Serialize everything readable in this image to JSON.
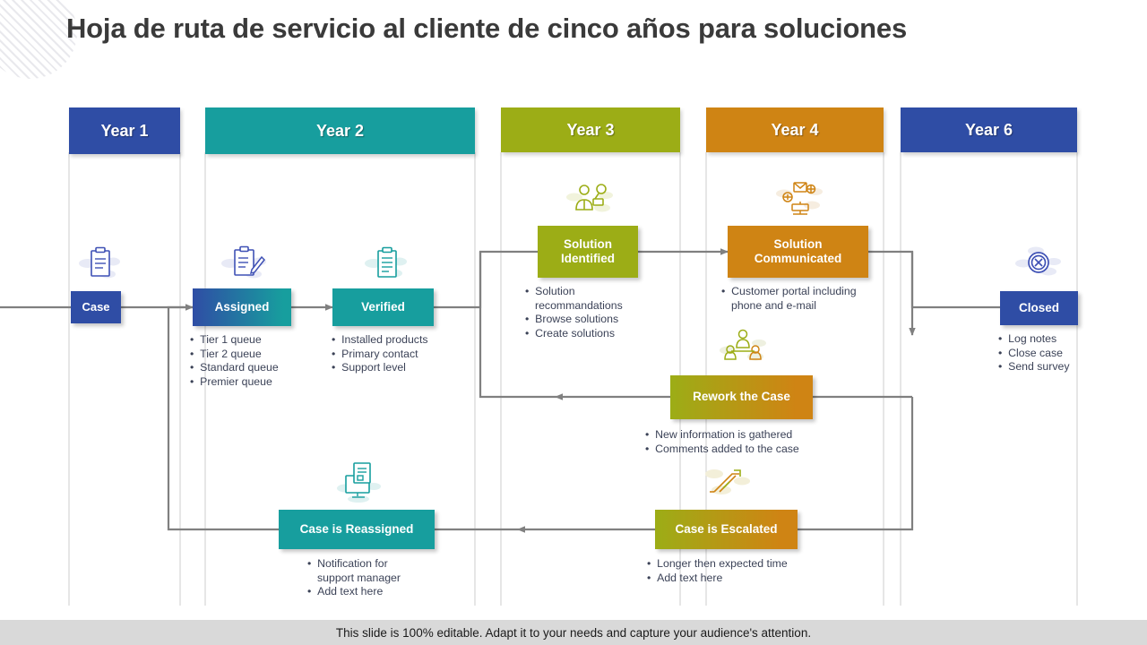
{
  "page": {
    "title": "Hoja de ruta de servicio al cliente de cinco años para soluciones",
    "footer_note": "This slide is 100% editable. Adapt it to your needs and capture your audience's attention."
  },
  "colors": {
    "blue": "#2f4da5",
    "teal": "#179e9e",
    "olive": "#9cad16",
    "orange": "#cf8414",
    "line": "#808080",
    "lane_line": "#d6d6d6",
    "bullet_text": "#3b4257",
    "footer_bg": "#d9d9d9"
  },
  "lanes": [
    {
      "label": "Year 1",
      "color": "#2f4da5"
    },
    {
      "label": "Year 2",
      "color": "#179e9e"
    },
    {
      "label": "Year 3",
      "color": "#9cad16"
    },
    {
      "label": "Year 4",
      "color": "#cf8414"
    },
    {
      "label": "Year 6",
      "color": "#2f4da5"
    }
  ],
  "nodes": {
    "case": {
      "label": "Case",
      "icon": "clipboard-list-icon",
      "bullets": []
    },
    "assigned": {
      "label": "Assigned",
      "icon": "clipboard-pen-icon",
      "bullets": [
        "Tier 1 queue",
        "Tier 2 queue",
        "Standard queue",
        "Premier queue"
      ]
    },
    "verified": {
      "label": "Verified",
      "icon": "clipboard-check-icon",
      "bullets": [
        "Installed products",
        "Primary contact",
        "Support level"
      ]
    },
    "solution_identified": {
      "label": "Solution\nIdentified",
      "icon": "agent-idea-icon",
      "bullets": [
        "Solution",
        "recommandations",
        "Browse solutions",
        "Create solutions"
      ]
    },
    "solution_communicated": {
      "label": "Solution\nCommunicated",
      "icon": "mail-network-icon",
      "bullets": [
        "Customer portal including",
        "phone and e-mail"
      ]
    },
    "rework": {
      "label": "Rework the Case",
      "icon": "meeting-table-icon",
      "bullets": [
        "New information is gathered",
        "Comments added to the case"
      ]
    },
    "reassigned": {
      "label": "Case is Reassigned",
      "icon": "monitor-document-icon",
      "bullets": [
        "Notification for",
        "support manager",
        "Add text here"
      ]
    },
    "escalated": {
      "label": "Case is Escalated",
      "icon": "escalator-icon",
      "bullets": [
        "Longer then expected time",
        "Add text here"
      ]
    },
    "closed": {
      "label": "Closed",
      "icon": "circle-x-icon",
      "bullets": [
        "Log notes",
        "Close case",
        "Send survey"
      ]
    }
  }
}
